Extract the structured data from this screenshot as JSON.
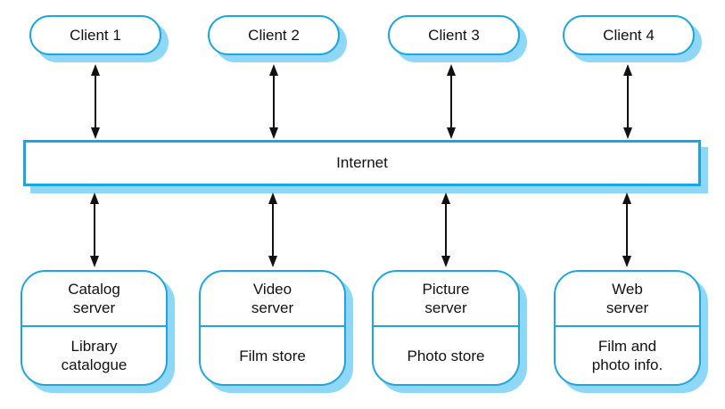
{
  "colors": {
    "accent": "#1ba6e3",
    "shadow": "#8fd7f6",
    "text": "#111111"
  },
  "clients": [
    {
      "label": "Client 1"
    },
    {
      "label": "Client 2"
    },
    {
      "label": "Client 3"
    },
    {
      "label": "Client 4"
    }
  ],
  "internet": {
    "label": "Internet"
  },
  "servers": [
    {
      "name": "Catalog\nserver",
      "store": "Library\ncatalogue"
    },
    {
      "name": "Video\nserver",
      "store": "Film store"
    },
    {
      "name": "Picture\nserver",
      "store": "Photo store"
    },
    {
      "name": "Web\nserver",
      "store": "Film and\nphoto info."
    }
  ]
}
